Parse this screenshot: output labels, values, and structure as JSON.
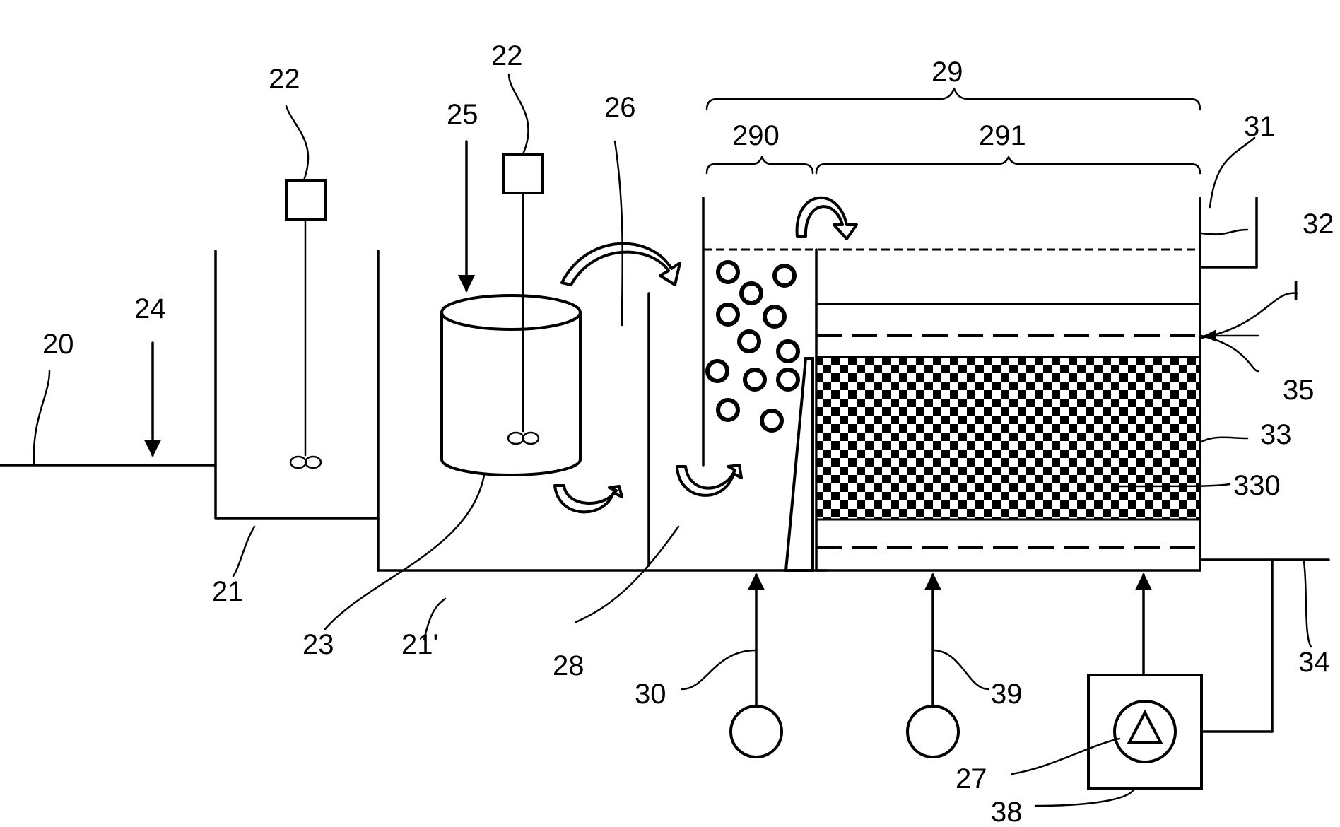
{
  "labels": {
    "l20": "20",
    "l21": "21",
    "l21p": "21'",
    "l22a": "22",
    "l22b": "22",
    "l23": "23",
    "l24": "24",
    "l25": "25",
    "l26": "26",
    "l27": "27",
    "l28": "28",
    "l29": "29",
    "l290": "290",
    "l291": "291",
    "l30": "30",
    "l31": "31",
    "l32": "32",
    "l33": "33",
    "l330": "330",
    "l34": "34",
    "l35": "35",
    "l38": "38",
    "l39": "39",
    "lI": "I"
  }
}
